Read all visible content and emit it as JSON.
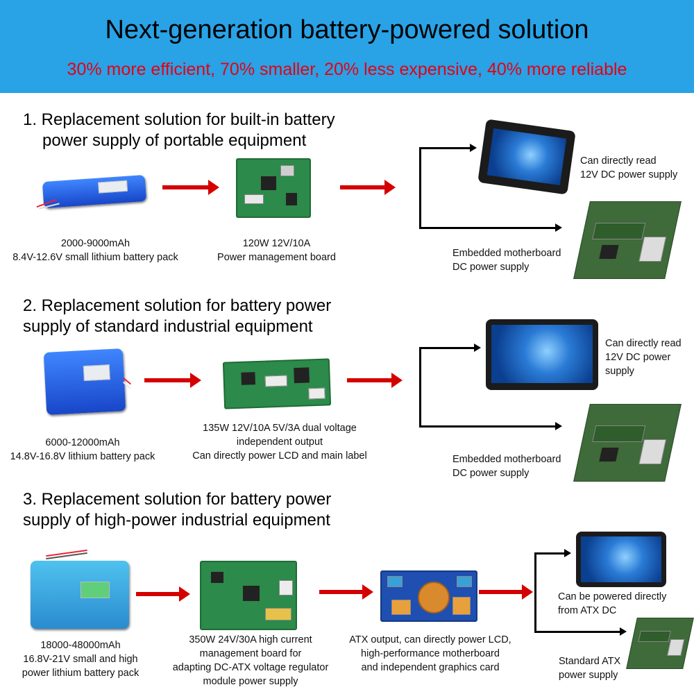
{
  "header": {
    "title": "Next-generation battery-powered solution",
    "subtitle": "30% more efficient, 70% smaller, 20% less expensive, 40% more reliable",
    "bg_color": "#29a2e6",
    "subtitle_color": "#e60012"
  },
  "sections": [
    {
      "title_lines": [
        "1. Replacement solution for built-in battery",
        "power supply of portable equipment"
      ],
      "battery_lines": [
        "2000-9000mAh",
        "8.4V-12.6V small lithium battery pack"
      ],
      "board_lines": [
        "120W 12V/10A",
        "Power management board"
      ],
      "output_a_lines": [
        "Can directly read",
        "12V DC power supply"
      ],
      "output_b_lines": [
        "Embedded motherboard",
        "DC power supply"
      ]
    },
    {
      "title_lines": [
        "2. Replacement solution for battery power",
        "supply of standard industrial equipment"
      ],
      "battery_lines": [
        "6000-12000mAh",
        "14.8V-16.8V lithium battery pack"
      ],
      "board_lines": [
        "135W 12V/10A 5V/3A dual voltage",
        "independent output",
        "Can directly power LCD and main label"
      ],
      "output_a_lines": [
        "Can directly read",
        "12V DC power",
        "supply"
      ],
      "output_b_lines": [
        "Embedded motherboard",
        "DC power supply"
      ]
    },
    {
      "title_lines": [
        "3. Replacement solution for battery power",
        "supply of high-power industrial equipment"
      ],
      "battery_lines": [
        "18000-48000mAh",
        "16.8V-21V small and high",
        "power lithium battery pack"
      ],
      "board_lines": [
        "350W 24V/30A high current",
        "management board for",
        "adapting DC-ATX voltage regulator",
        "module power supply"
      ],
      "module_lines": [
        "ATX output, can directly power LCD,",
        "high-performance motherboard",
        "and independent graphics card"
      ],
      "output_a_lines": [
        "Can be powered directly",
        "from ATX DC"
      ],
      "output_b_lines": [
        "Standard ATX",
        "power supply"
      ]
    }
  ],
  "colors": {
    "arrow": "#d40000",
    "branch": "#000000",
    "battery": "#2a64e6",
    "pcb": "#2c8a4a"
  },
  "icons": [
    "battery-pack-image",
    "power-board-image",
    "tablet-image",
    "motherboard-image",
    "monitor-image",
    "atx-module-image"
  ]
}
